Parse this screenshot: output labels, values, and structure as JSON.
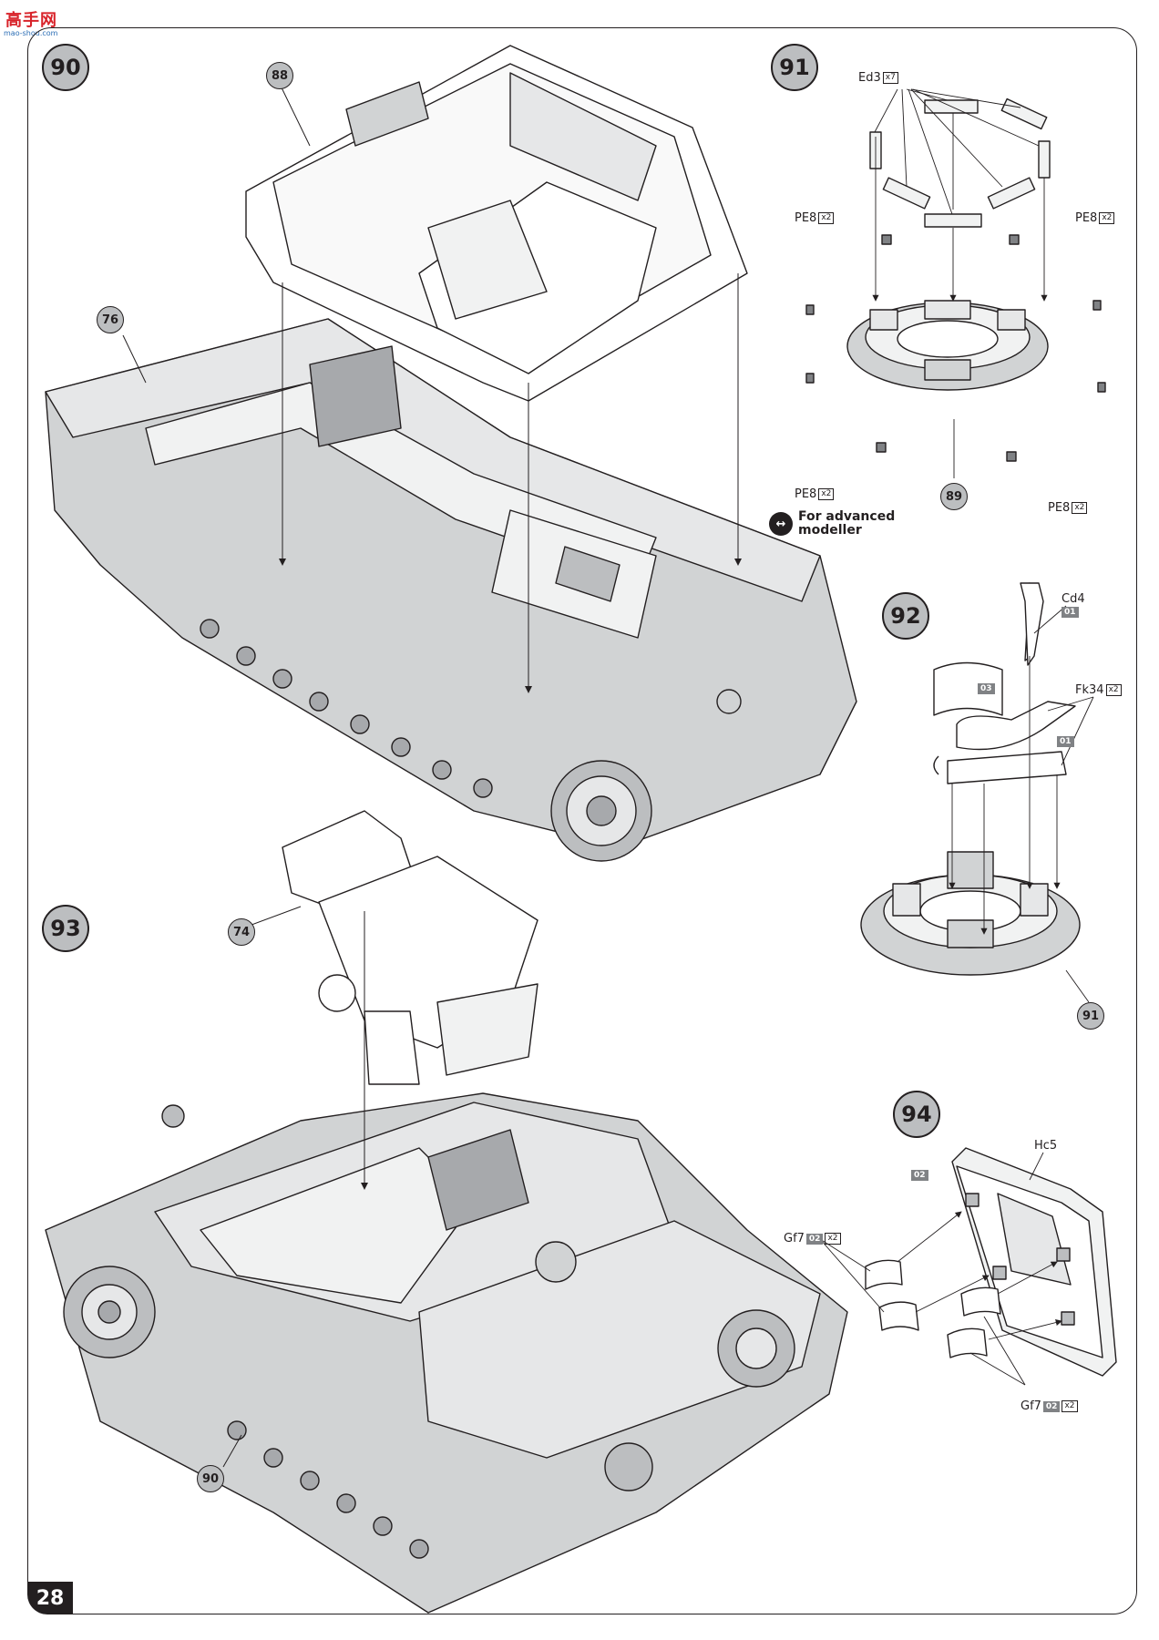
{
  "watermark": {
    "text": "高手网",
    "url": "mao-shou.com"
  },
  "page_number": "28",
  "steps": [
    {
      "number": "90"
    },
    {
      "number": "91"
    },
    {
      "number": "92"
    },
    {
      "number": "93"
    },
    {
      "number": "94"
    }
  ],
  "callouts": {
    "c88": "88",
    "c76": "76",
    "c89": "89",
    "c91": "91",
    "c74": "74",
    "c90": "90"
  },
  "labels": {
    "ed3": {
      "part": "Ed3",
      "qty": "x7"
    },
    "pe8_tl": {
      "part": "PE8",
      "qty": "x2"
    },
    "pe8_tr": {
      "part": "PE8",
      "qty": "x2"
    },
    "pe8_bl": {
      "part": "PE8",
      "qty": "x2"
    },
    "pe8_br": {
      "part": "PE8",
      "qty": "x2"
    },
    "cd4": {
      "part": "Cd4",
      "sprue": "01"
    },
    "fk34": {
      "part": "Fk34",
      "qty": "x2"
    },
    "hc5": {
      "part": "Hc5"
    },
    "gf7_left": {
      "part": "Gf7",
      "sprue": "02",
      "qty": "x2"
    },
    "gf7_right": {
      "part": "Gf7",
      "sprue": "02",
      "qty": "x2"
    }
  },
  "sprue_tags": {
    "ring_03": "03",
    "ring_01": "01",
    "panel_02": "02"
  },
  "advanced_note": {
    "text": "For advanced modeller"
  },
  "colors": {
    "ink": "#231f20",
    "badge_grey": "#bcbec0",
    "part_grey": "#d1d3d4",
    "dark_grey": "#808285"
  }
}
